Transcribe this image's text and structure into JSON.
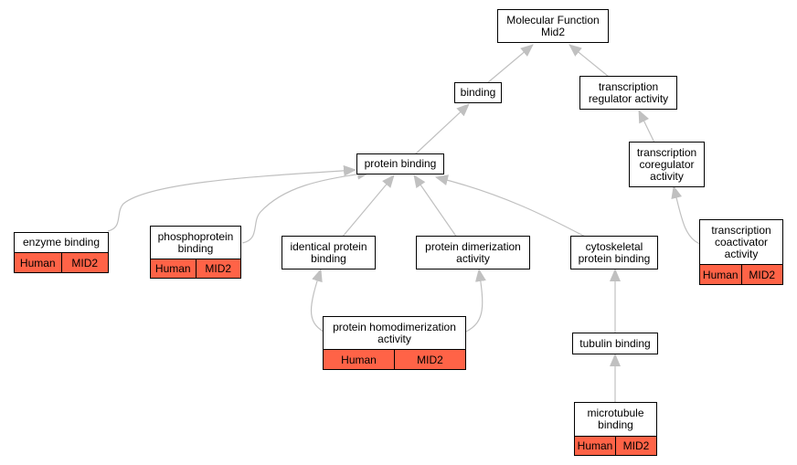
{
  "colors": {
    "annotation_fill": "#ff6347",
    "edge": "#c0c0c0"
  },
  "nodes": {
    "mf_root": {
      "label": "Molecular Function\nMid2"
    },
    "binding": {
      "label": "binding"
    },
    "tra": {
      "label": "transcription\nregulator activity"
    },
    "protein_binding": {
      "label": "protein binding"
    },
    "tca": {
      "label": "transcription\ncoregulator\nactivity"
    },
    "enzyme_binding": {
      "label": "enzyme binding",
      "species": "Human",
      "gene": "MID2"
    },
    "phosphoprotein_binding": {
      "label": "phosphoprotein\nbinding",
      "species": "Human",
      "gene": "MID2"
    },
    "identical_protein_binding": {
      "label": "identical protein\nbinding"
    },
    "protein_dimerization": {
      "label": "protein dimerization\nactivity"
    },
    "cytoskeletal_binding": {
      "label": "cytoskeletal\nprotein binding"
    },
    "tcoact": {
      "label": "transcription\ncoactivator\nactivity",
      "species": "Human",
      "gene": "MID2"
    },
    "homodimerization": {
      "label": "protein homodimerization\nactivity",
      "species": "Human",
      "gene": "MID2"
    },
    "tubulin_binding": {
      "label": "tubulin binding"
    },
    "microtubule_binding": {
      "label": "microtubule\nbinding",
      "species": "Human",
      "gene": "MID2"
    }
  }
}
